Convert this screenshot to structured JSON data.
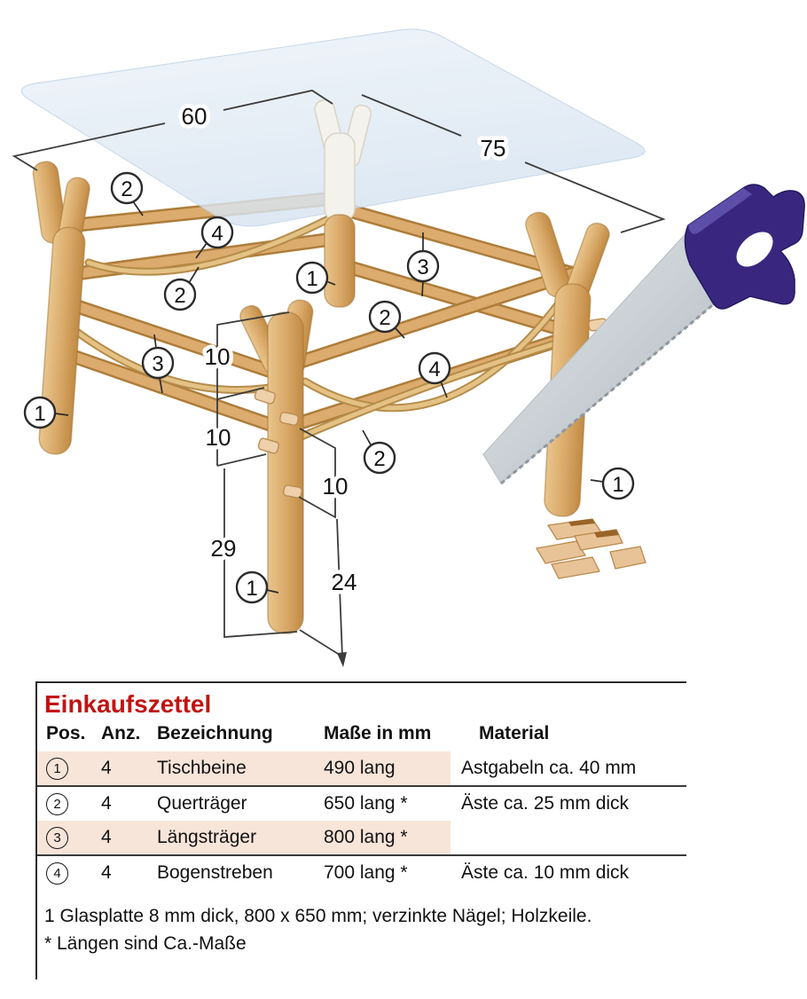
{
  "diagram": {
    "dims": {
      "top_width": "60",
      "top_depth": "75",
      "fork_gap": "10",
      "mid_gap": "10",
      "side_gap": "10",
      "leg_length": "29",
      "ground_offset": "24"
    },
    "callouts": [
      {
        "label": "2"
      },
      {
        "label": "4"
      },
      {
        "label": "2"
      },
      {
        "label": "1"
      },
      {
        "label": "3"
      },
      {
        "label": "2"
      },
      {
        "label": "4"
      },
      {
        "label": "3"
      },
      {
        "label": "1"
      },
      {
        "label": "2"
      },
      {
        "label": "1"
      },
      {
        "label": "1"
      }
    ]
  },
  "parts_list": {
    "title": "Einkaufszettel",
    "columns": [
      "Pos.",
      "Anz.",
      "Bezeichnung",
      "Maße in mm",
      "Material"
    ],
    "rows": [
      {
        "pos": "1",
        "anz": "4",
        "bezeichnung": "Tischbeine",
        "masse": "490 lang",
        "material": "Astgabeln ca. 40 mm"
      },
      {
        "pos": "2",
        "anz": "4",
        "bezeichnung": "Querträger",
        "masse": "650 lang *",
        "material": "Äste ca. 25 mm dick"
      },
      {
        "pos": "3",
        "anz": "4",
        "bezeichnung": "Längsträger",
        "masse": "800 lang *",
        "material": ""
      },
      {
        "pos": "4",
        "anz": "4",
        "bezeichnung": "Bogenstreben",
        "masse": "700 lang *",
        "material": "Äste ca. 10 mm dick"
      }
    ],
    "notes": [
      "1 Glasplatte 8 mm dick, 800 x 650 mm; verzinkte Nägel; Holzkeile.",
      "* Längen sind Ca.-Maße"
    ]
  },
  "colors": {
    "accent_red": "#c21313",
    "row_highlight": "#f8e5da",
    "wood": "#dcab6e",
    "glass": "#dce9f5",
    "saw_handle": "#39277f"
  }
}
